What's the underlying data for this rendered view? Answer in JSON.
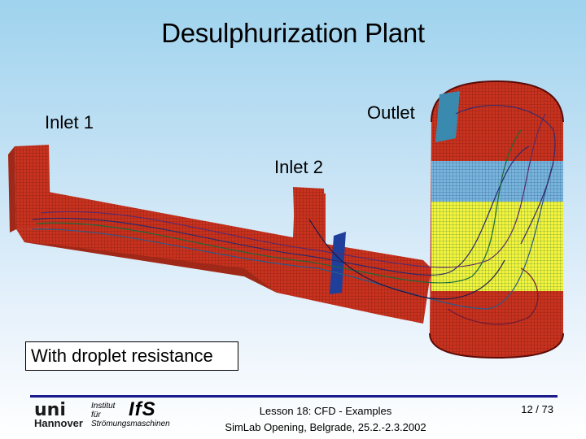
{
  "slide": {
    "title": "Desulphurization Plant",
    "labels": {
      "inlet1": "Inlet 1",
      "inlet2": "Inlet 2",
      "outlet": "Outlet"
    },
    "note": "With droplet resistance"
  },
  "footer": {
    "logo_uni": "uni",
    "logo_city": "Hannover",
    "institute_lines": [
      "Institut",
      "für",
      "Strömungsmaschinen"
    ],
    "institute_logo": "IfS",
    "lesson": "Lesson 18: CFD - Examples",
    "event": "SimLab Opening, Belgrade, 25.2.-2.3.2002",
    "page": "12 / 73"
  },
  "colors": {
    "mesh_red": "#c8321e",
    "mesh_yellow": "#f4f43c",
    "mesh_blue": "#78b4dc",
    "streamline": "#2a2a6a",
    "rule": "#1a1a8c"
  }
}
